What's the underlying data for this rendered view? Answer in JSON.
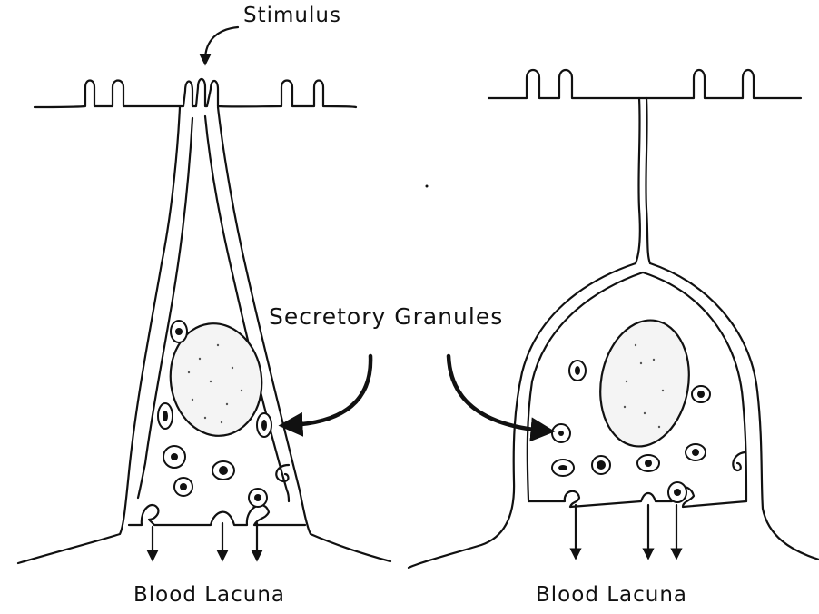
{
  "labels": {
    "stimulus": "Stimulus",
    "secretory_granules": "Secretory Granules",
    "blood_lacuna_left": "Blood Lacuna",
    "blood_lacuna_right": "Blood Lacuna"
  }
}
